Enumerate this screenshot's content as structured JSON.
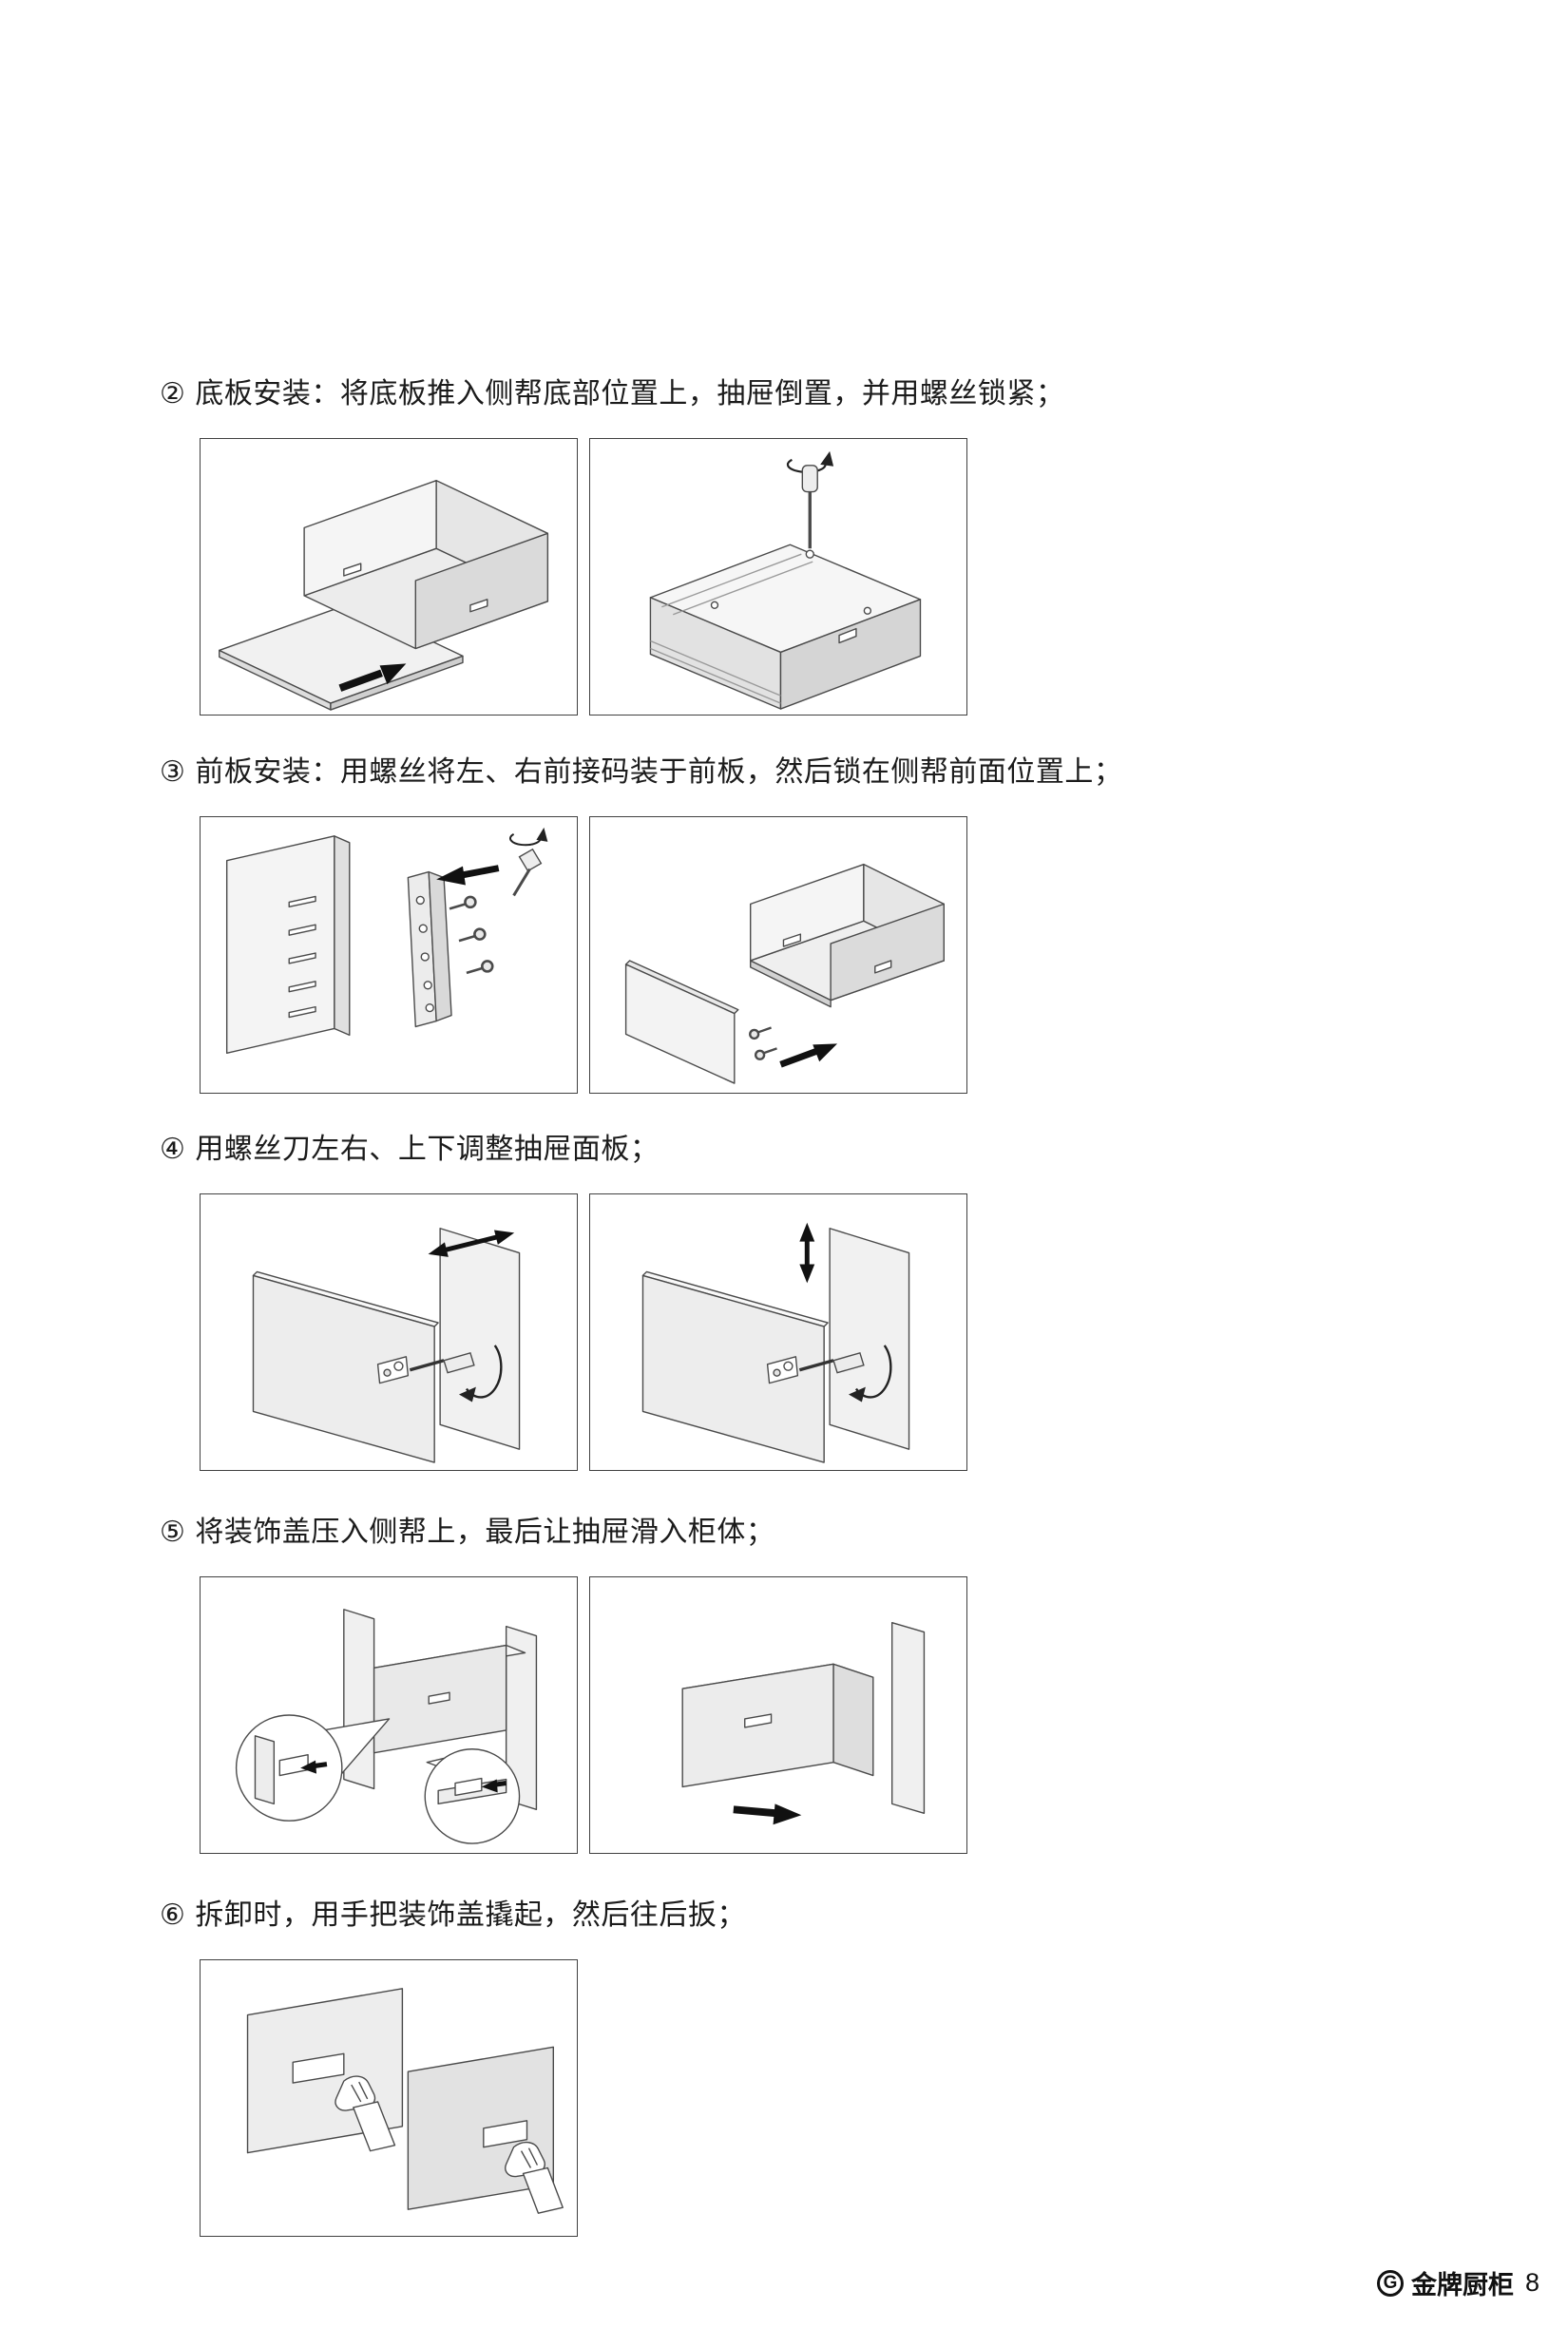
{
  "steps": [
    {
      "marker": "②",
      "text": "底板安装：将底板推入侧帮底部位置上，抽屉倒置，并用螺丝锁紧；"
    },
    {
      "marker": "③",
      "text": "前板安装：用螺丝将左、右前接码装于前板，然后锁在侧帮前面位置上；"
    },
    {
      "marker": "④",
      "text": "用螺丝刀左右、上下调整抽屉面板；"
    },
    {
      "marker": "⑤",
      "text": "将装饰盖压入侧帮上，最后让抽屉滑入柜体；"
    },
    {
      "marker": "⑥",
      "text": "拆卸时，用手把装饰盖撬起，然后往后扳；"
    }
  ],
  "figures": {
    "step2": [
      "drawer-bottom-panel-slide-in",
      "drawer-inverted-screw-tighten"
    ],
    "step3": [
      "front-connector-screws-on-cabinet-panel",
      "front-panel-attach-to-drawer"
    ],
    "step4": [
      "adjust-left-right-with-screwdriver",
      "adjust-up-down-with-screwdriver"
    ],
    "step5": [
      "press-decorative-cover-callouts",
      "slide-drawer-into-cabinet"
    ],
    "step6": [
      "pry-decorative-cover-by-hand"
    ]
  },
  "footer": {
    "logo": "G",
    "brand": "金牌厨柜",
    "page_number": "8"
  }
}
